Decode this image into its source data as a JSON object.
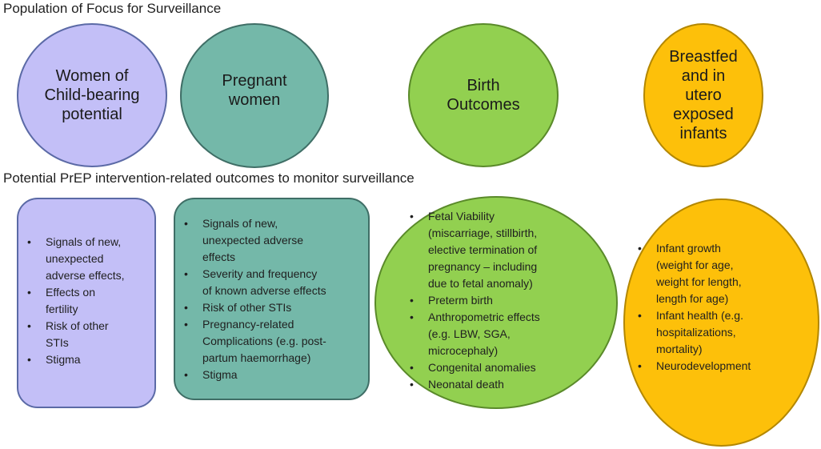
{
  "headings": {
    "population": "Population of Focus for Surveillance",
    "outcomes": "Potential PrEP intervention-related outcomes to monitor surveillance"
  },
  "populations": [
    {
      "lines": [
        "Women of",
        "Child-bearing",
        "potential"
      ]
    },
    {
      "lines": [
        "Pregnant",
        "women"
      ]
    },
    {
      "lines": [
        "Birth",
        "Outcomes"
      ]
    },
    {
      "lines": [
        "Breastfed",
        "and in",
        "utero",
        "exposed",
        "infants"
      ]
    }
  ],
  "outcomes": [
    {
      "items": [
        {
          "lines": [
            "Signals of new,",
            "unexpected",
            "adverse effects,"
          ]
        },
        {
          "lines": [
            "Effects on",
            "fertility"
          ]
        },
        {
          "lines": [
            "Risk of other",
            "STIs"
          ]
        },
        {
          "lines": [
            "Stigma"
          ]
        }
      ]
    },
    {
      "items": [
        {
          "lines": [
            "Signals of new,",
            "unexpected adverse",
            "effects"
          ]
        },
        {
          "lines": [
            "Severity and frequency",
            "of known adverse effects"
          ]
        },
        {
          "lines": [
            "Risk of other STIs"
          ]
        },
        {
          "lines": [
            "Pregnancy-related",
            "Complications (e.g. post-",
            "partum haemorrhage)"
          ]
        },
        {
          "lines": [
            "Stigma"
          ]
        }
      ]
    },
    {
      "items": [
        {
          "lines": [
            "Fetal Viability",
            "(miscarriage, stillbirth,",
            "elective termination of",
            "pregnancy – including",
            "due to fetal anomaly)"
          ]
        },
        {
          "lines": [
            "Preterm birth"
          ]
        },
        {
          "lines": [
            "Anthropometric effects",
            "(e.g. LBW, SGA,",
            "microcephaly)"
          ]
        },
        {
          "lines": [
            "Congenital anomalies"
          ]
        },
        {
          "lines": [
            "Neonatal death"
          ]
        }
      ]
    },
    {
      "items": [
        {
          "lines": [
            "Infant growth",
            "(weight for age,",
            "weight for length,",
            "length for age)"
          ]
        },
        {
          "lines": [
            "Infant health (e.g.",
            "hospitalizations,",
            "mortality)"
          ]
        },
        {
          "lines": [
            "Neurodevelopment"
          ]
        }
      ]
    }
  ],
  "colors": {
    "lavender": "#c3bff7",
    "teal": "#74b8a9",
    "green": "#92d050",
    "orange": "#fdc00a"
  }
}
